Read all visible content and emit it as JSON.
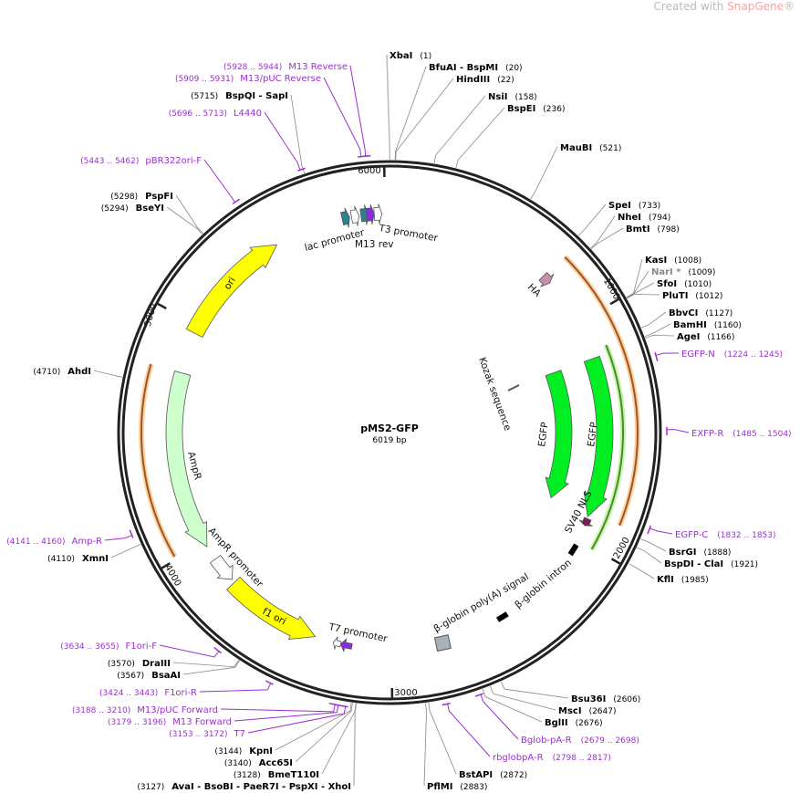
{
  "watermark": {
    "prefix": "Created with ",
    "brand": "SnapGene",
    "suffix": "®"
  },
  "plasmid": {
    "name": "pMS2-GFP",
    "size": "6019 bp",
    "length": 6019
  },
  "ticks": [
    "1000",
    "2000",
    "3000",
    "4000",
    "5000",
    "6000"
  ],
  "enzymes": [
    {
      "name": "XbaI",
      "pos": "(1)",
      "bp": 1
    },
    {
      "name": "BfuAI  - BspMI",
      "pos": "(20)",
      "bp": 20
    },
    {
      "name": "HindIII",
      "pos": "(22)",
      "bp": 22
    },
    {
      "name": "NsiI",
      "pos": "(158)",
      "bp": 158
    },
    {
      "name": "BspEI",
      "pos": "(236)",
      "bp": 236
    },
    {
      "name": "MauBI",
      "pos": "(521)",
      "bp": 521
    },
    {
      "name": "SpeI",
      "pos": "(733)",
      "bp": 733
    },
    {
      "name": "NheI",
      "pos": "(794)",
      "bp": 794
    },
    {
      "name": "BmtI",
      "pos": "(798)",
      "bp": 798
    },
    {
      "name": "KasI",
      "pos": "(1008)",
      "bp": 1008
    },
    {
      "name": "NarI *",
      "pos": "(1009)",
      "bp": 1009,
      "grey": true
    },
    {
      "name": "SfoI",
      "pos": "(1010)",
      "bp": 1010
    },
    {
      "name": "PluTI",
      "pos": "(1012)",
      "bp": 1012
    },
    {
      "name": "BbvCI",
      "pos": "(1127)",
      "bp": 1127
    },
    {
      "name": "BamHI",
      "pos": "(1160)",
      "bp": 1160
    },
    {
      "name": "AgeI",
      "pos": "(1166)",
      "bp": 1166
    },
    {
      "name": "BsrGI",
      "pos": "(1888)",
      "bp": 1888
    },
    {
      "name": "BspDI  - ClaI",
      "pos": "(1921)",
      "bp": 1921
    },
    {
      "name": "KflI",
      "pos": "(1985)",
      "bp": 1985
    },
    {
      "name": "Bsu36I",
      "pos": "(2606)",
      "bp": 2606
    },
    {
      "name": "MscI",
      "pos": "(2647)",
      "bp": 2647
    },
    {
      "name": "BglII",
      "pos": "(2676)",
      "bp": 2676
    },
    {
      "name": "BstAPI",
      "pos": "(2872)",
      "bp": 2872
    },
    {
      "name": "PflMI",
      "pos": "(2883)",
      "bp": 2883
    },
    {
      "name": "AvaI  - BsoBI  - PaeR7I  - PspXI  - XhoI",
      "pos": "(3127)",
      "bp": 3127
    },
    {
      "name": "BmeT110I",
      "pos": "(3128)",
      "bp": 3128
    },
    {
      "name": "Acc65I",
      "pos": "(3140)",
      "bp": 3140
    },
    {
      "name": "KpnI",
      "pos": "(3144)",
      "bp": 3144
    },
    {
      "name": "BsaAI",
      "pos": "(3567)",
      "bp": 3567
    },
    {
      "name": "DraIII",
      "pos": "(3570)",
      "bp": 3570
    },
    {
      "name": "XmnI",
      "pos": "(4110)",
      "bp": 4110
    },
    {
      "name": "AhdI",
      "pos": "(4710)",
      "bp": 4710
    },
    {
      "name": "BseYI",
      "pos": "(5294)",
      "bp": 5294
    },
    {
      "name": "PspFI",
      "pos": "(5298)",
      "bp": 5298
    },
    {
      "name": "BspQI  - SapI",
      "pos": "(5715)",
      "bp": 5715
    }
  ],
  "primers": [
    {
      "name": "EGFP-N",
      "range": "(1224 .. 1245)",
      "start": 1224,
      "end": 1245
    },
    {
      "name": "EXFP-R",
      "range": "(1485 .. 1504)",
      "start": 1485,
      "end": 1504
    },
    {
      "name": "EGFP-C",
      "range": "(1832 .. 1853)",
      "start": 1832,
      "end": 1853
    },
    {
      "name": "Bglob-pA-R",
      "range": "(2679 .. 2698)",
      "start": 2679,
      "end": 2698
    },
    {
      "name": "rbglobpA-R",
      "range": "(2798 .. 2817)",
      "start": 2798,
      "end": 2817
    },
    {
      "name": "T7",
      "range": "(3153 .. 3172)",
      "start": 3153,
      "end": 3172
    },
    {
      "name": "M13 Forward",
      "range": "(3179 .. 3196)",
      "start": 3179,
      "end": 3196
    },
    {
      "name": "M13/pUC Forward",
      "range": "(3188 .. 3210)",
      "start": 3188,
      "end": 3210
    },
    {
      "name": "F1ori-R",
      "range": "(3424 .. 3443)",
      "start": 3424,
      "end": 3443
    },
    {
      "name": "F1ori-F",
      "range": "(3634 .. 3655)",
      "start": 3634,
      "end": 3655
    },
    {
      "name": "Amp-R",
      "range": "(4141 .. 4160)",
      "start": 4141,
      "end": 4160
    },
    {
      "name": "pBR322ori-F",
      "range": "(5443 .. 5462)",
      "start": 5443,
      "end": 5462
    },
    {
      "name": "L4440",
      "range": "(5696 .. 5713)",
      "start": 5696,
      "end": 5713
    },
    {
      "name": "M13/pUC Reverse",
      "range": "(5909 .. 5931)",
      "start": 5909,
      "end": 5931
    },
    {
      "name": "M13 Reverse",
      "range": "(5928 .. 5944)",
      "start": 5928,
      "end": 5944
    }
  ],
  "features": {
    "ori": "ori",
    "ampr": "AmpR",
    "ampr_promoter": "AmpR promoter",
    "f1_ori": "f1 ori",
    "t7_promoter": "T7 promoter",
    "lac_promoter": "lac promoter",
    "m13_rev": "M13 rev",
    "t3_promoter": "T3 promoter",
    "ha": "HA",
    "kozak": "Kozak sequence",
    "egfp_inner": "EGFP",
    "egfp_outer": "EGFP",
    "sv40_nls": "SV40 NLS",
    "bglobin_intron": "β-globin intron",
    "bglobin_polya": "β-globin poly(A) signal"
  },
  "colors": {
    "ori": "#ffff00",
    "ampr": "#ccffcc",
    "egfp": "#00ee22",
    "primer": "#9b30d0",
    "orf_orange": "#a0522d",
    "orf_green": "#4a8a2a"
  }
}
